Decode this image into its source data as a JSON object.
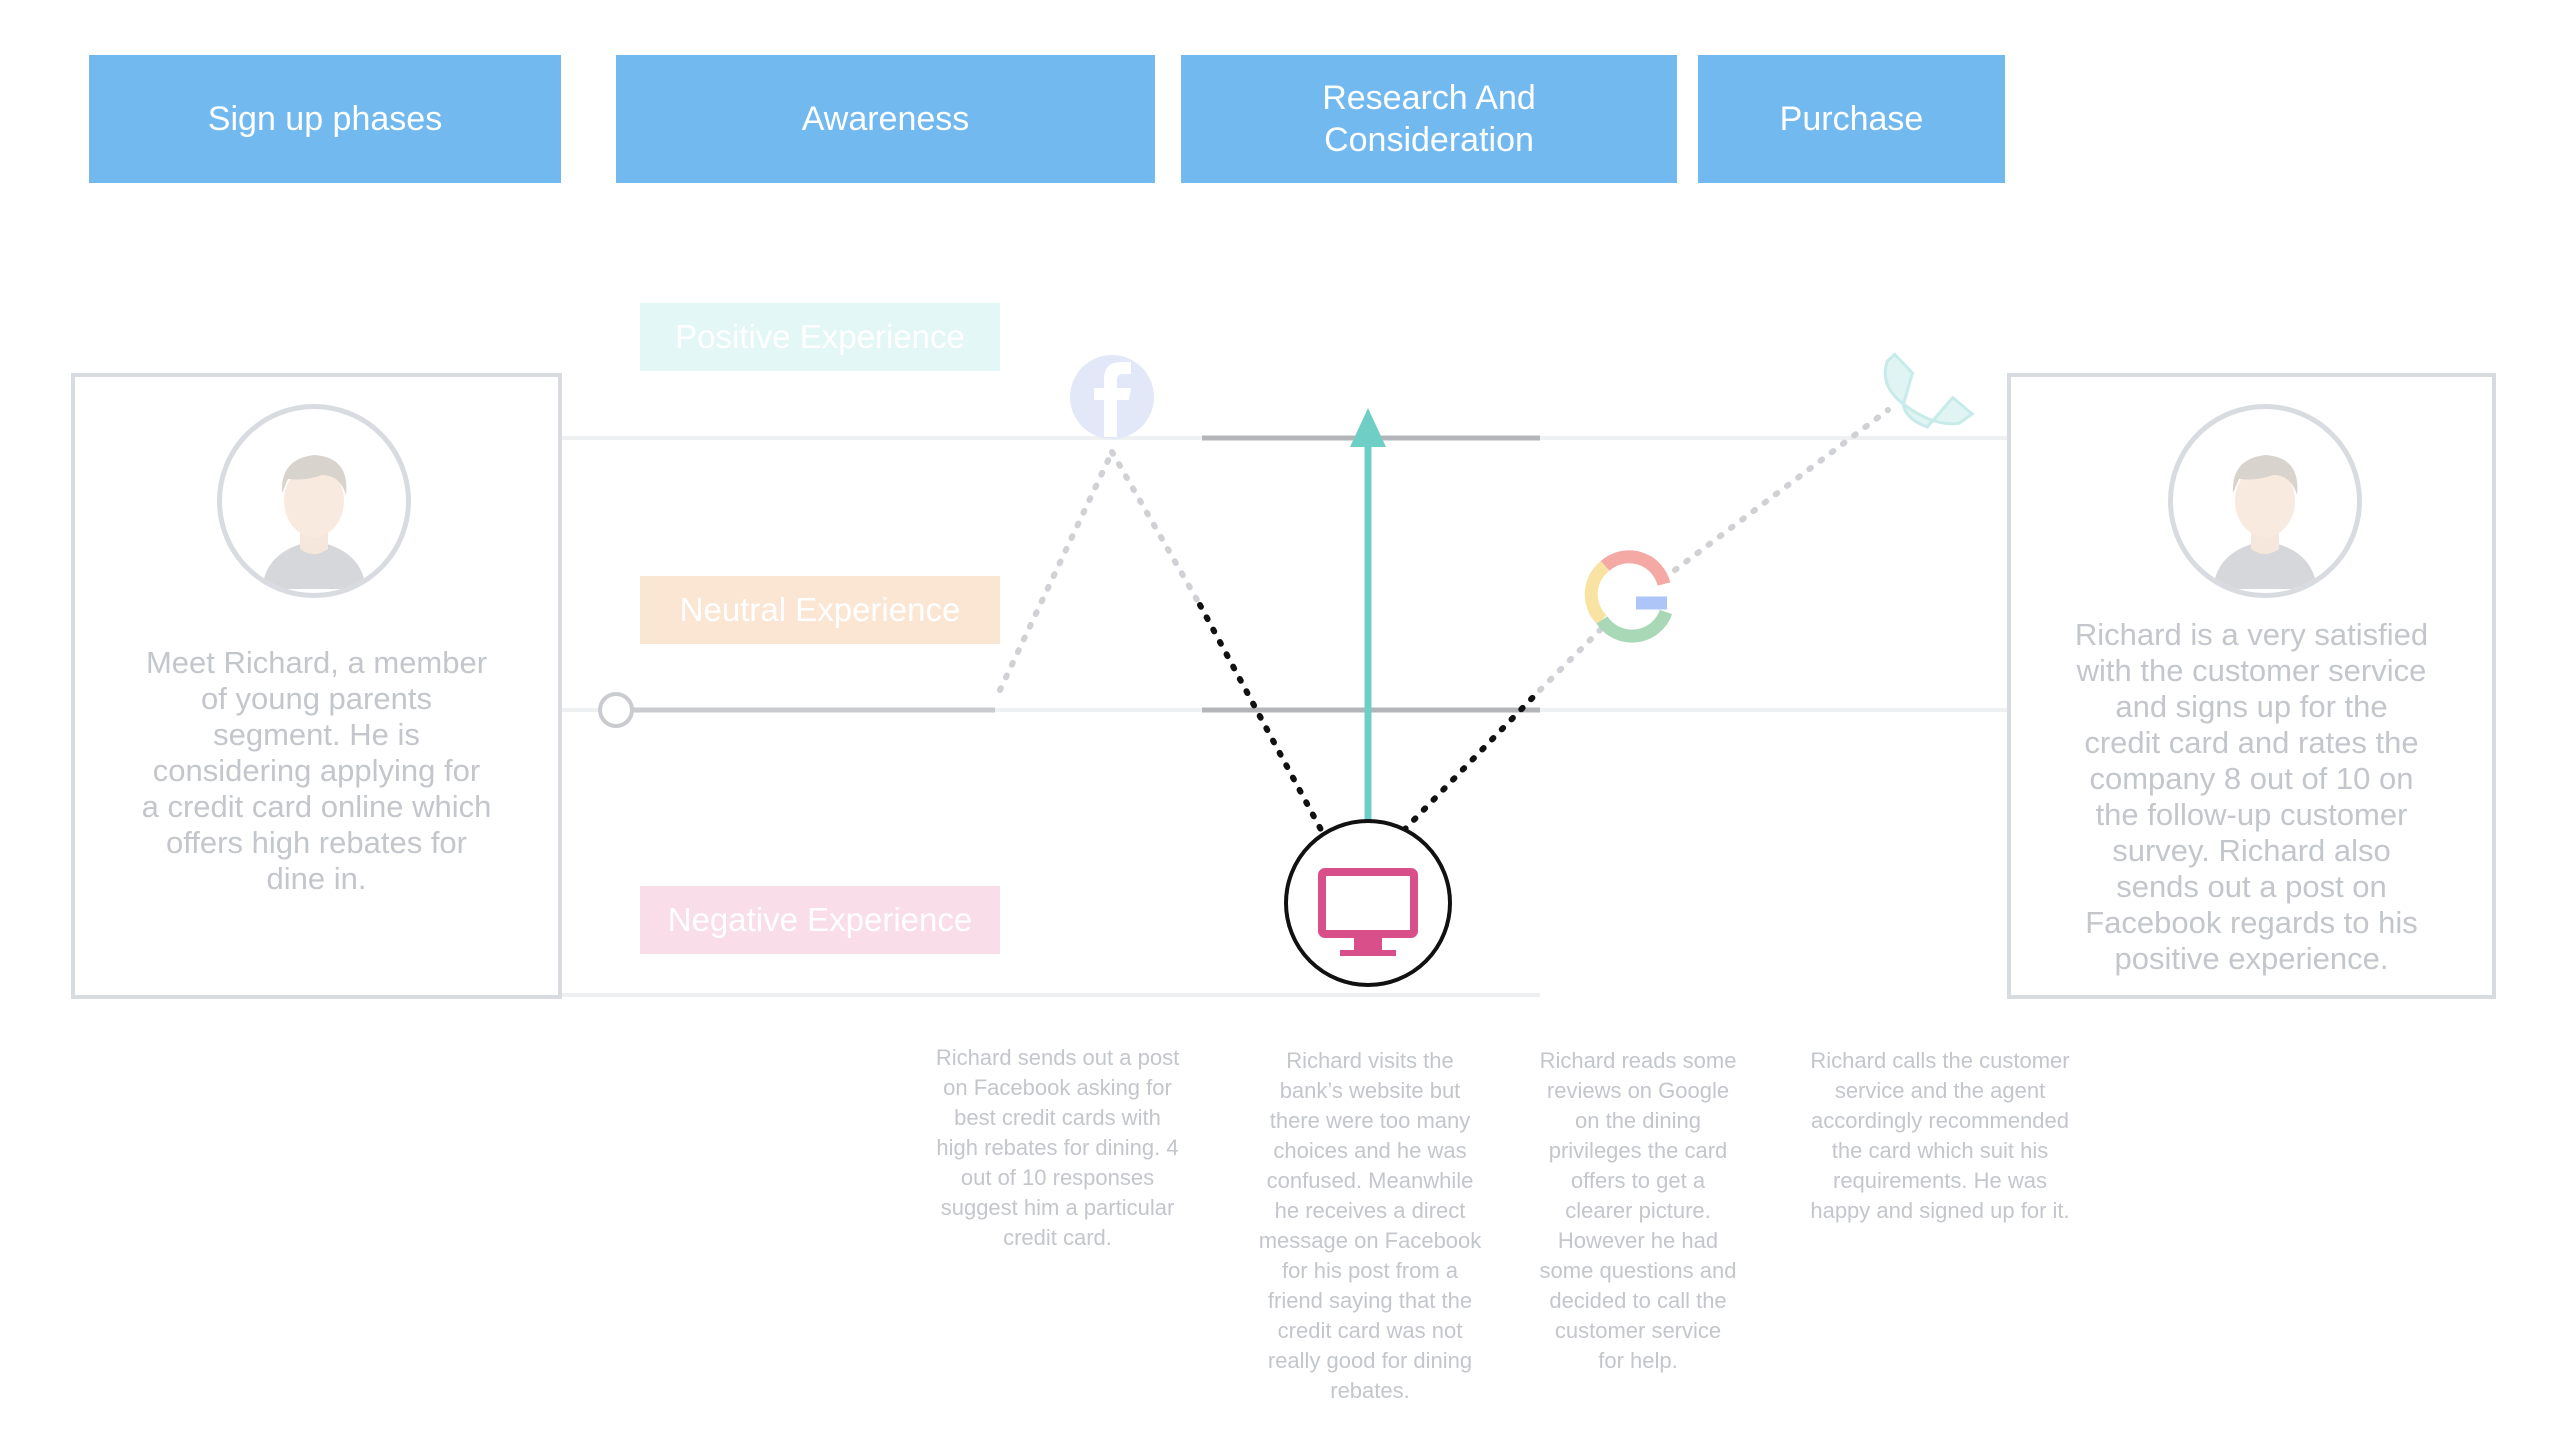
{
  "phases": {
    "signup": "Sign up phases",
    "awareness": "Awareness",
    "research": "Research And\nConsideration",
    "purchase": "Purchase"
  },
  "experience": {
    "positive": "Positive Experience",
    "neutral": "Neutral Experience",
    "negative": "Negative Experience"
  },
  "colors": {
    "phase_bg": "#72b9f0",
    "positive": "#e3f7f6",
    "neutral": "#fbe6d4",
    "negative": "#f9dde8",
    "up_arrow": "#6fcfc6",
    "monitor": "#d94f8a"
  },
  "persona": {
    "intro": "Meet Richard, a member\nof young parents\nsegment. He is\nconsidering applying for\na credit card online which\noffers high rebates for\ndine in.",
    "outcome": "Richard is a very satisfied\nwith the customer service\nand signs up for the\ncredit card and rates the\ncompany 8 out of 10 on\nthe follow-up customer\nsurvey. Richard also\nsends out a post on\nFacebook regards to his\npositive experience."
  },
  "touchpoints": [
    {
      "icon": "facebook-icon",
      "level": "positive",
      "note": "Richard sends out a post\non Facebook asking for\nbest credit cards with\nhigh rebates for dining. 4\nout of 10 responses\nsuggest him a particular\ncredit card."
    },
    {
      "icon": "monitor-icon",
      "level": "negative",
      "note": "Richard visits the\nbank’s website but\nthere were too many\nchoices and he was\nconfused. Meanwhile\nhe receives a direct\nmessage on Facebook\nfor his post from a\nfriend saying that the\ncredit card was not\nreally good for dining\nrebates."
    },
    {
      "icon": "google-icon",
      "level": "neutral",
      "note": "Richard reads some\nreviews on Google\non the dining\nprivileges the card\noffers to get a\nclearer picture.\nHowever he had\nsome questions and\ndecided to call the\ncustomer service\nfor help."
    },
    {
      "icon": "phone-icon",
      "level": "positive",
      "note": "Richard calls the customer\nservice and the agent\naccordingly recommended\nthe card which suit his\nrequirements. He was\nhappy and signed up for it."
    }
  ]
}
